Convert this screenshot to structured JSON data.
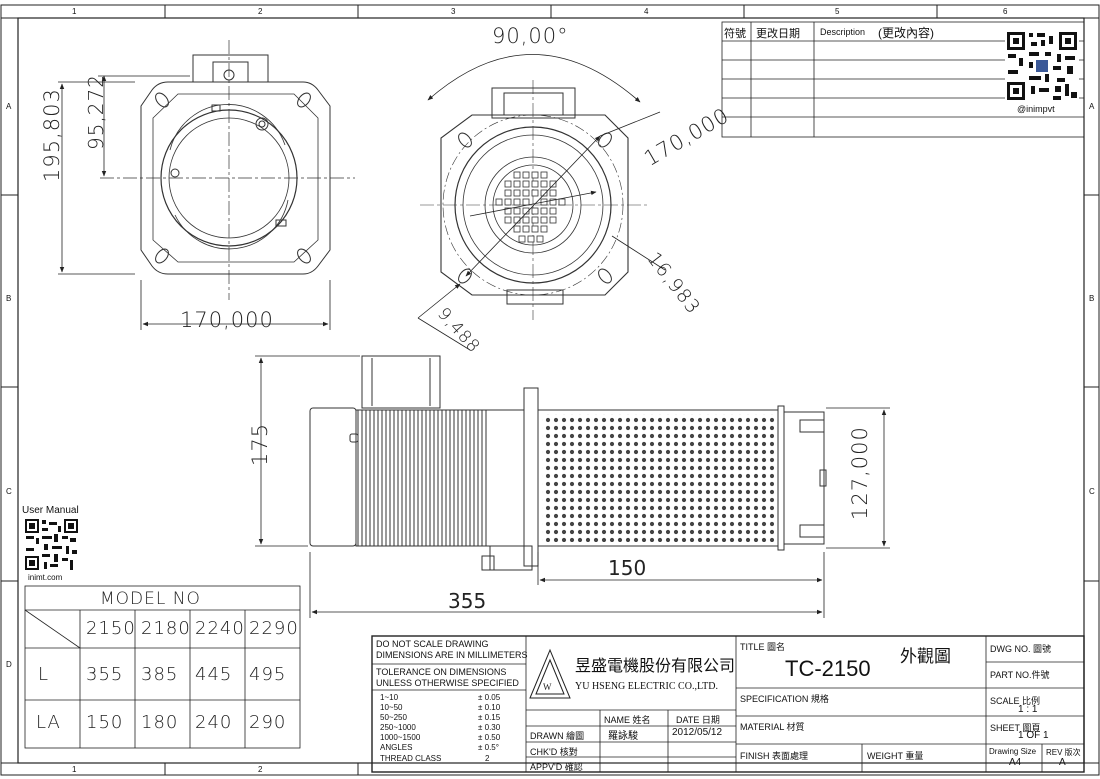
{
  "frame": {
    "col_labels": [
      "1",
      "2",
      "3",
      "4",
      "5",
      "6"
    ],
    "row_labels": [
      "A",
      "B",
      "C",
      "D"
    ]
  },
  "revision_table": {
    "headers": [
      "符號",
      "更改日期",
      "Description",
      "(更改內容)"
    ]
  },
  "qr_top": {
    "handle": "@inimpvt"
  },
  "qr_left": {
    "title": "User Manual",
    "url": "inimt.com"
  },
  "dimensions": {
    "d_195": "195,803",
    "d_95": "95,272",
    "d_170_bottom": "170,000",
    "d_90deg": "90,00°",
    "d_170_diag": "170,000",
    "d_16": "16,983",
    "d_9": "9,488",
    "d_175": "175",
    "d_127": "127,000",
    "d_150": "150",
    "d_355": "355"
  },
  "model_table": {
    "title": "MODEL NO",
    "models": [
      "2150",
      "2180",
      "2240",
      "2290"
    ],
    "rows": [
      {
        "label": "L",
        "values": [
          "355",
          "385",
          "445",
          "495"
        ]
      },
      {
        "label": "LA",
        "values": [
          "150",
          "180",
          "240",
          "290"
        ]
      }
    ]
  },
  "title_block": {
    "notes": [
      "DO NOT SCALE DRAWING",
      "DIMENSIONS ARE IN MILLIMETERS",
      "TOLERANCE ON DIMENSIONS",
      "UNLESS OTHERWISE SPECIFIED"
    ],
    "tolerances": [
      {
        "range": "1~10",
        "tol": "± 0.05"
      },
      {
        "range": "10~50",
        "tol": "± 0.10"
      },
      {
        "range": "50~250",
        "tol": "± 0.15"
      },
      {
        "range": "250~1000",
        "tol": "± 0.30"
      },
      {
        "range": "1000~1500",
        "tol": "± 0.50"
      },
      {
        "range": "ANGLES",
        "tol": "± 0.5°"
      },
      {
        "range": "THREAD CLASS",
        "tol": "2"
      }
    ],
    "company_cn": "昱盛電機股份有限公司",
    "company_en": "YU HSENG ELECTRIC CO.,LTD.",
    "name_label": "NAME 姓名",
    "date_label": "DATE 日期",
    "drawn_label": "DRAWN 繪圖",
    "drawn_name": "羅詠駿",
    "drawn_date": "2012/05/12",
    "checked_label": "CHK'D  核對",
    "approved_label": "APPV'D 確認",
    "title_label": "TITLE 圖名",
    "title_cn": "外觀圖",
    "title_value": "TC-2150",
    "spec_label": "SPECIFICATION  規格",
    "material_label": "MATERIAL 材質",
    "finish_label": "FINISH 表面處理",
    "weight_label": "WEIGHT 重量",
    "dwg_no_label": "DWG NO. 圖號",
    "part_no_label": "PART NO.件號",
    "scale_label": "SCALE 比例",
    "scale_value": "1 : 1",
    "sheet_label": "SHEET 圖頁",
    "sheet_value": "1 OF 1",
    "size_label": "Drawing Size",
    "size_value": "A4",
    "rev_label": "REV 版次",
    "rev_value": "A"
  }
}
